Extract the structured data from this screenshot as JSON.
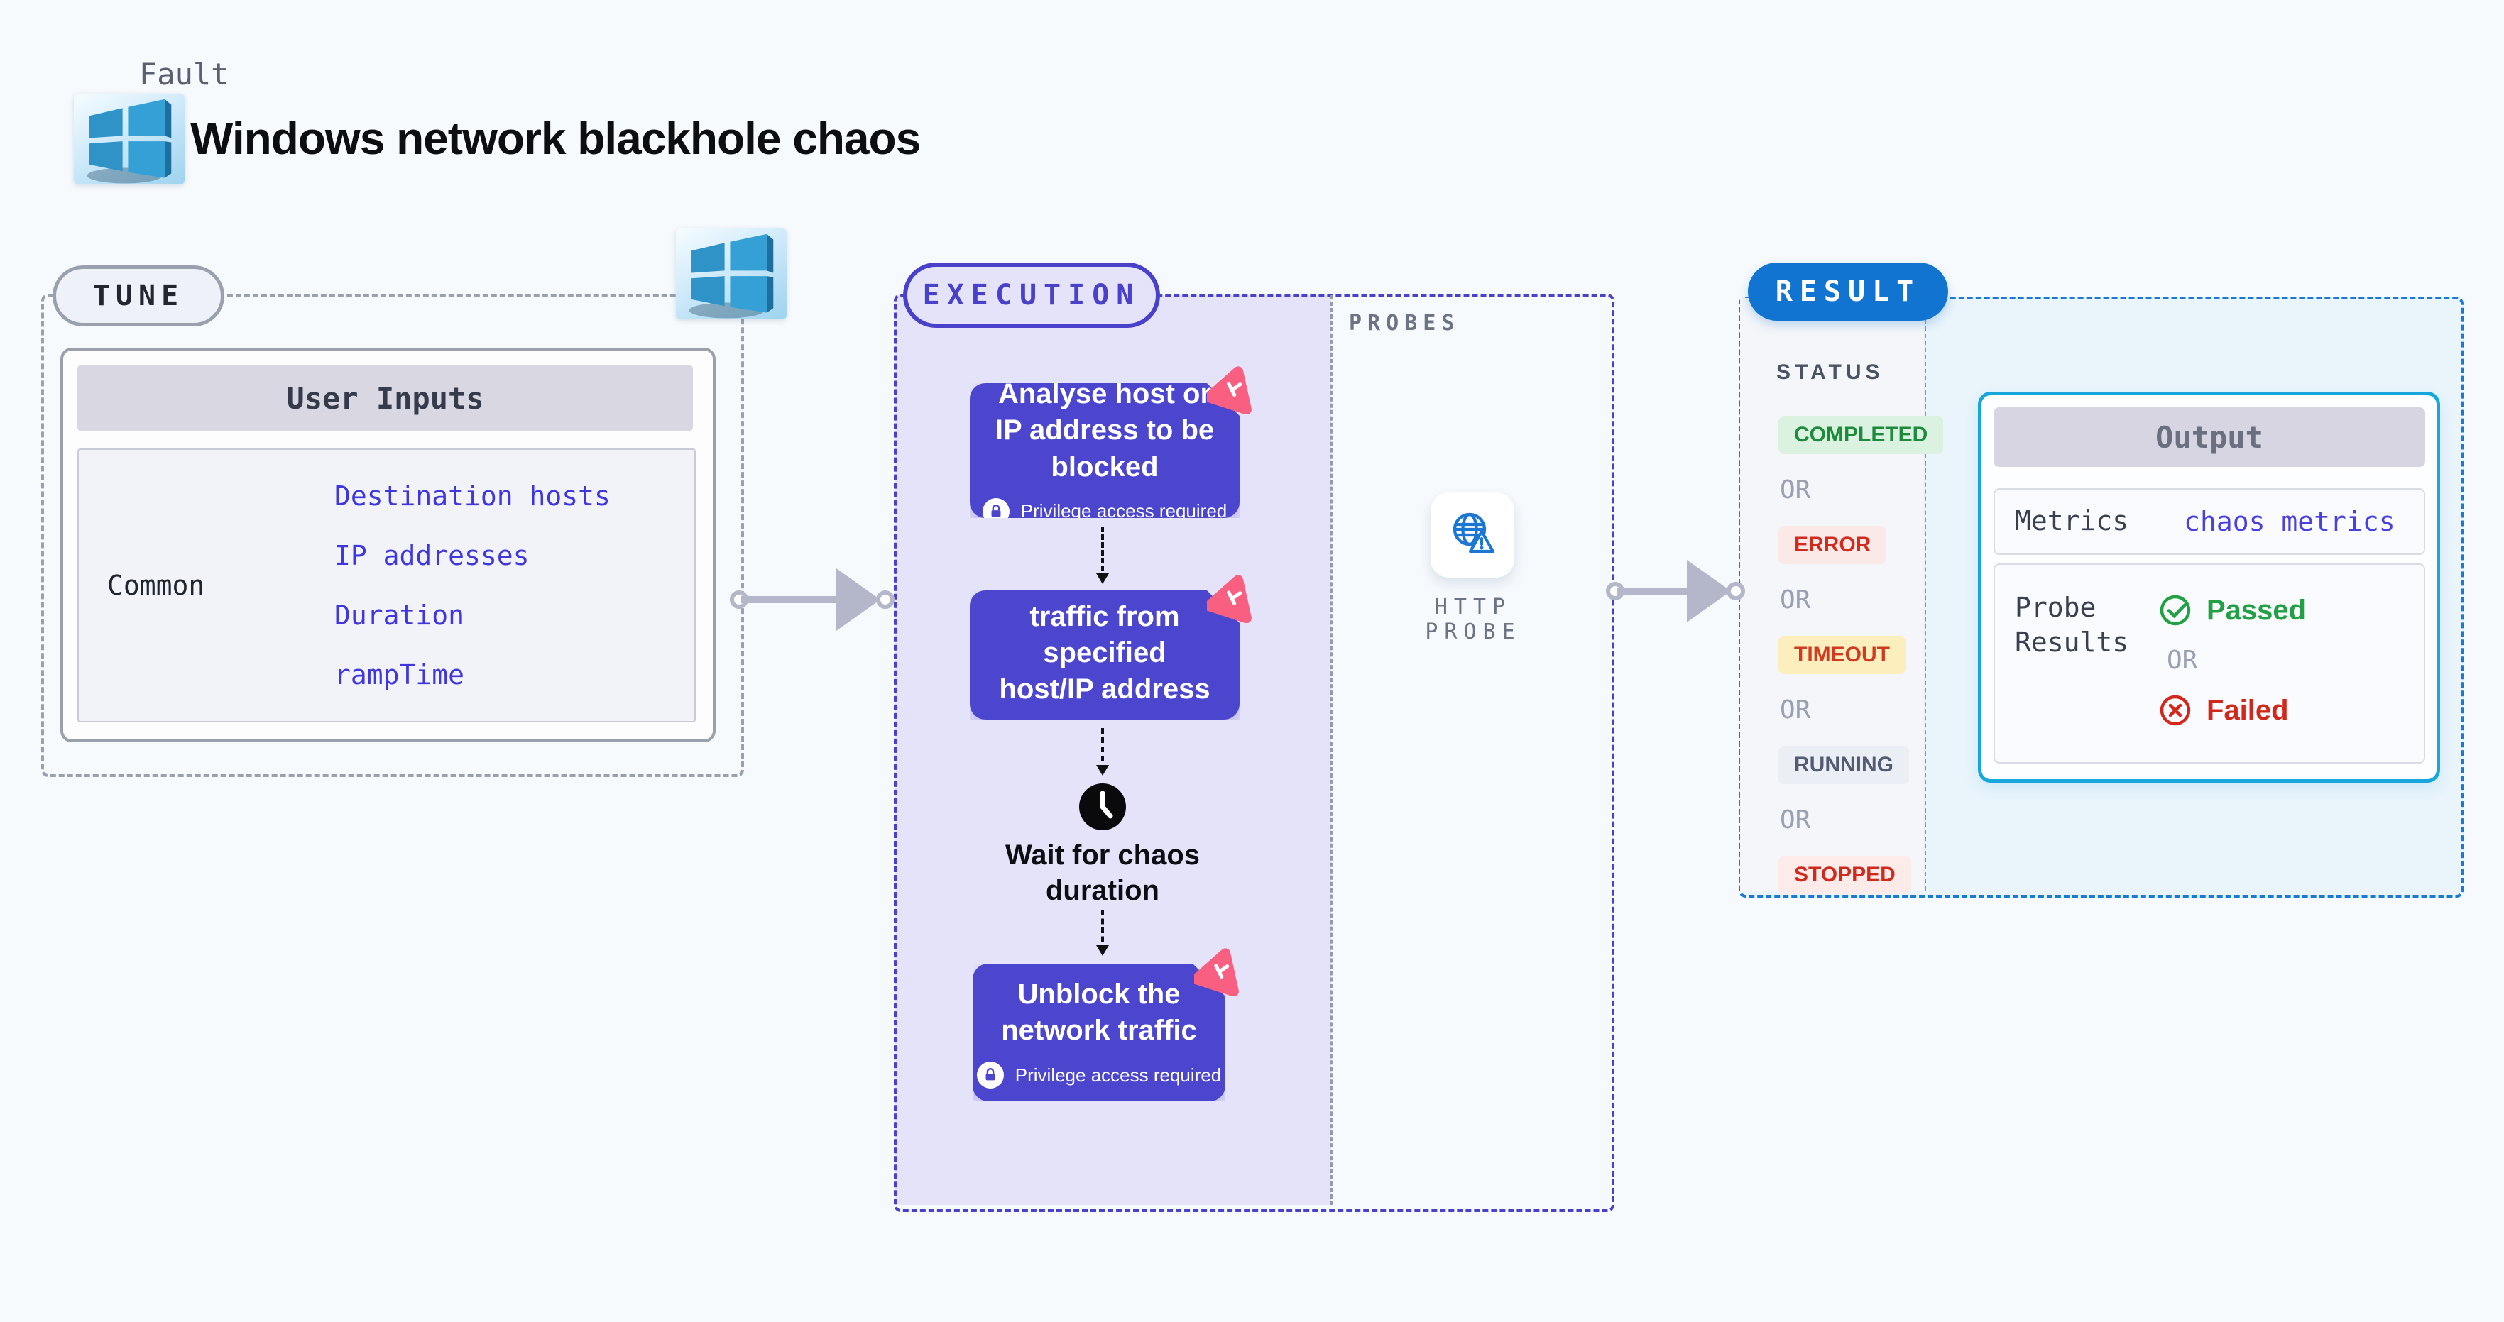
{
  "header": {
    "eyebrow": "Fault",
    "title": "Windows network blackhole chaos"
  },
  "tune": {
    "badge": "TUNE",
    "user_inputs": {
      "header": "User Inputs",
      "category": "Common",
      "inputs": [
        "Destination hosts",
        "IP addresses",
        "Duration",
        "rampTime"
      ]
    }
  },
  "execution": {
    "badge": "EXECUTION",
    "privilege_label": "Privilege access required",
    "steps": [
      "Analyse host or IP address to be blocked",
      "Block network traffic from specified host/IP address",
      "Unblock the network traffic"
    ],
    "wait_label": "Wait for chaos duration"
  },
  "probes": {
    "label": "PROBES",
    "probe_name": "HTTP PROBE"
  },
  "result": {
    "badge": "RESULT",
    "status_label": "STATUS",
    "or_label": "OR",
    "statuses": [
      {
        "label": "COMPLETED",
        "kind": "completed"
      },
      {
        "label": "ERROR",
        "kind": "error"
      },
      {
        "label": "TIMEOUT",
        "kind": "timeout"
      },
      {
        "label": "RUNNING",
        "kind": "running"
      },
      {
        "label": "STOPPED",
        "kind": "stopped"
      }
    ],
    "output": {
      "header": "Output",
      "metrics_label": "Metrics",
      "metrics_value": "chaos metrics",
      "probe_results_label": "Probe Results",
      "passed_label": "Passed",
      "failed_label": "Failed"
    }
  },
  "colors": {
    "indigo_dash": "#4a41cb",
    "execution_fill": "#e4e3f9",
    "node_purple": "#4c46cf",
    "chaos_pink": "#f95f81",
    "result_blue": "#1274d1",
    "result_dash_blue": "#1a79d4",
    "output_border_cyan": "#18a7dc",
    "link_indigo": "#3f36dd",
    "success_green": "#1f9e3d",
    "failure_red": "#d2281c",
    "windows_blue": "#2f93c8"
  }
}
